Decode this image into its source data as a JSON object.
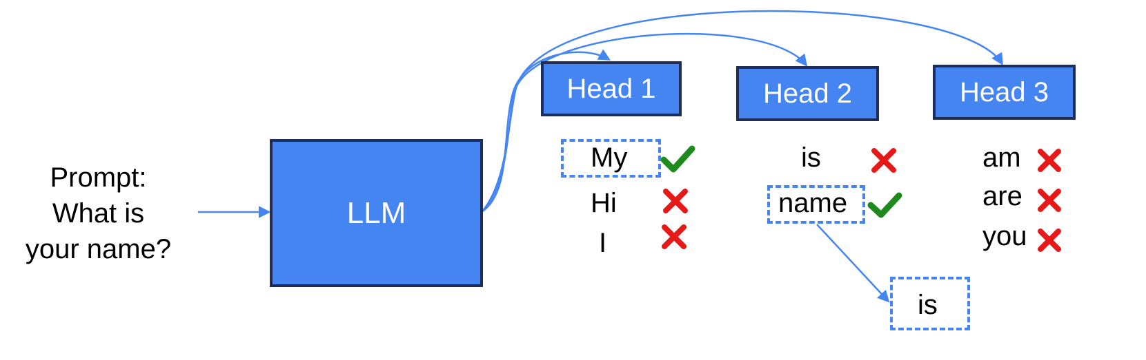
{
  "prompt": {
    "line1": "Prompt:",
    "line2": "What is",
    "line3": "your name?"
  },
  "model": {
    "label": "LLM"
  },
  "heads": [
    {
      "label": "Head 1",
      "tokens": [
        "My",
        "Hi",
        "I"
      ],
      "accepted": [
        "My"
      ]
    },
    {
      "label": "Head 2",
      "tokens": [
        "is",
        "name"
      ],
      "accepted": [
        "name"
      ]
    },
    {
      "label": "Head 3",
      "tokens": [
        "am",
        "are",
        "you"
      ],
      "accepted": []
    }
  ],
  "next_token": "is",
  "colors": {
    "box_fill": "#4585f2",
    "box_border": "#1f2d57",
    "arrow": "#4585f2",
    "check": "#1e8a1e",
    "cross": "#e61919"
  },
  "icons": {
    "accept": "check-icon",
    "reject": "cross-icon"
  }
}
